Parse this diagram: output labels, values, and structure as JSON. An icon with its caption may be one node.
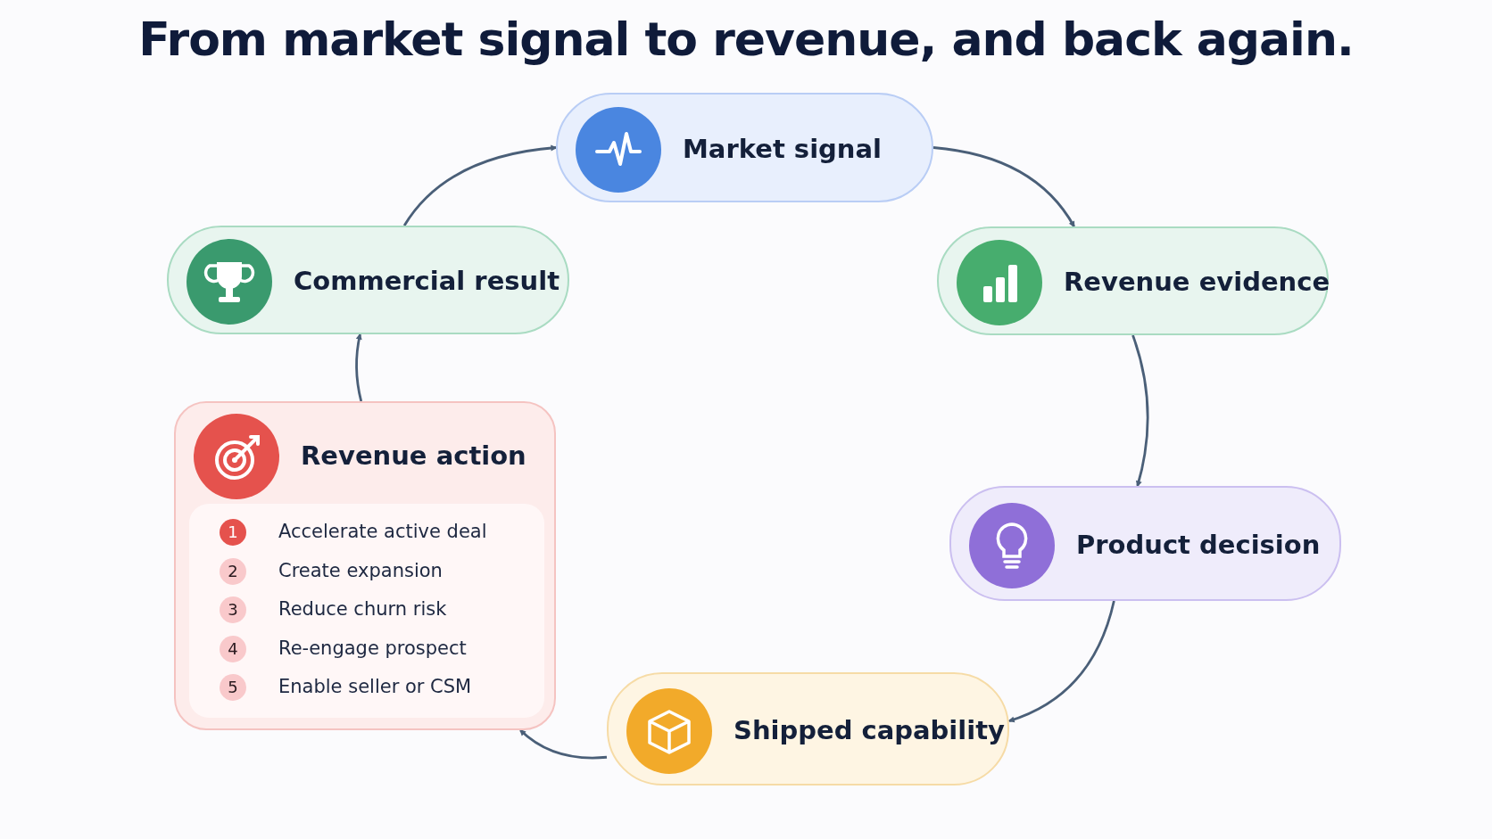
{
  "diagram": {
    "title": "From market signal to revenue, and back again.",
    "nodes": [
      {
        "text": [
          "Market signal"
        ]
      },
      {
        "text": [
          "Revenue evidence"
        ]
      },
      {
        "text": [
          "Product decision"
        ]
      },
      {
        "text": [
          "Shipped capability"
        ]
      },
      {
        "text": [
          "Revenue action",
          "1",
          "Accelerate active deal",
          "2",
          "Create expansion",
          "3",
          "Reduce churn risk",
          "4",
          "Re-engage prospect",
          "5",
          "Enable seller or CSM"
        ]
      },
      {
        "text": [
          "Commercial result"
        ]
      }
    ],
    "edges": [
      {
        "from": 0,
        "to": 1,
        "arrow": "to"
      },
      {
        "from": 1,
        "to": 2,
        "arrow": "to"
      },
      {
        "from": 2,
        "to": 3,
        "arrow": "to"
      },
      {
        "from": 3,
        "to": 4,
        "arrow": "to"
      },
      {
        "from": 4,
        "to": 5,
        "arrow": "to"
      },
      {
        "from": 5,
        "to": 0,
        "arrow": "to"
      }
    ]
  }
}
